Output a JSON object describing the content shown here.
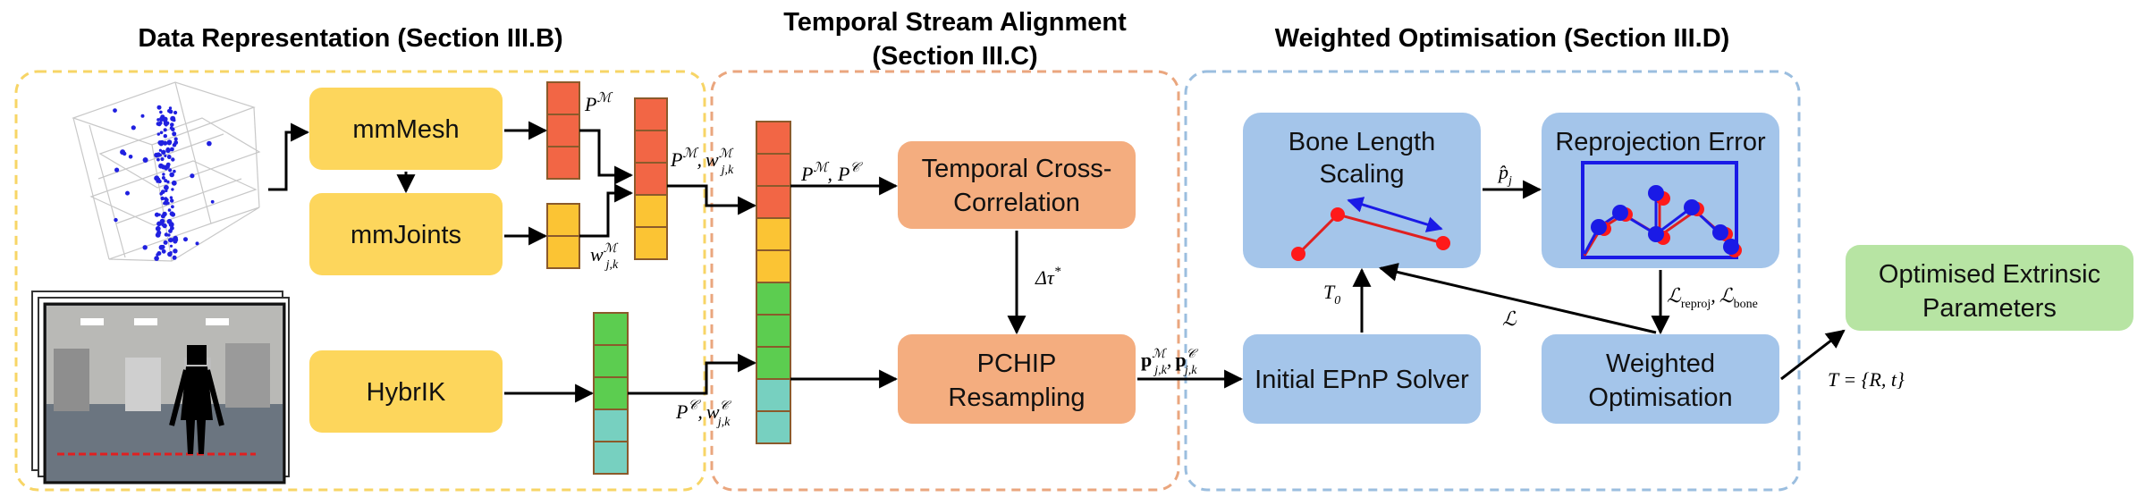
{
  "sections": {
    "data_representation": "Data Representation (Section III.B)",
    "temporal_line1": "Temporal Stream Alignment",
    "temporal_line2": "(Section III.C)",
    "weighted": "Weighted Optimisation (Section III.D)"
  },
  "boxes": {
    "mmmesh": "mmMesh",
    "mmjoints": "mmJoints",
    "hybrik": "HybrIK",
    "cross_corr_1": "Temporal Cross-",
    "cross_corr_2": "Correlation",
    "pchip_1": "PCHIP",
    "pchip_2": "Resampling",
    "bone_1": "Bone Length",
    "bone_2": "Scaling",
    "reproj": "Reprojection Error",
    "epnp": "Initial EPnP Solver",
    "weighted_1": "Weighted",
    "weighted_2": "Optimisation",
    "extrinsic_1": "Optimised Extrinsic",
    "extrinsic_2": "Parameters"
  },
  "math": {
    "p_m": "P",
    "p_m_sup": "ℳ",
    "w_jk": "w",
    "w_sub": "j,k",
    "pm_pc": "P",
    "c_sup": "𝒞",
    "delta_tau": "Δτ",
    "star": "*",
    "p_bold": "p",
    "p_hat": "p̂",
    "j_sub": "j",
    "t0": "T",
    "t0_sub": "0",
    "loss": "ℒ",
    "reproj_sub": "reproj",
    "bone_sub": "bone",
    "comma": ",",
    "T_eq": "T = {R, t}"
  },
  "colors": {
    "yellow_box": "#fdd65c",
    "orange_box": "#f4ad7f",
    "blue_box": "#a4c5ea",
    "green_box": "#b7e4a3",
    "red_cell": "#f26645",
    "yellow_cell": "#fbc434",
    "green_cell": "#5ccd50",
    "teal_cell": "#77d0c0",
    "cell_border": "#8b5a2b",
    "dash_yellow": "#f7d566",
    "dash_orange": "#eaa67e",
    "dash_blue": "#9bbedf"
  }
}
